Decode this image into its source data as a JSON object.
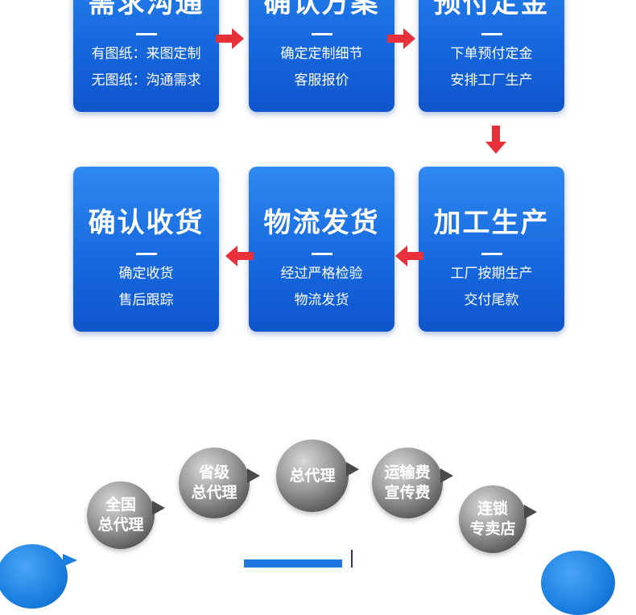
{
  "steps": {
    "s1": {
      "title": "需求沟通",
      "line1": "有图纸：来图定制",
      "line2": "无图纸：沟通需求"
    },
    "s2": {
      "title": "确认方案",
      "line1": "确定定制细节",
      "line2": "客服报价"
    },
    "s3": {
      "title": "预付定金",
      "line1": "下单预付定金",
      "line2": "安排工厂生产"
    },
    "s4": {
      "title": "加工生产",
      "line1": "工厂按期生产",
      "line2": "交付尾款"
    },
    "s5": {
      "title": "物流发货",
      "line1": "经过严格检验",
      "line2": "物流发货"
    },
    "s6": {
      "title": "确认收货",
      "line1": "确定收货",
      "line2": "售后跟踪"
    }
  },
  "bubbles": {
    "b1": {
      "l1": "全国",
      "l2": "总代理"
    },
    "b2": {
      "l1": "省级",
      "l2": "总代理"
    },
    "b3": {
      "l1": "总代理"
    },
    "b4": {
      "l1": "运输费",
      "l2": "宣传费"
    },
    "b5": {
      "l1": "连锁",
      "l2": "专卖店"
    }
  },
  "colors": {
    "card_blue": "#1769df",
    "arrow_red": "#e8303a",
    "bubble_gray": "#7a7a7a"
  }
}
